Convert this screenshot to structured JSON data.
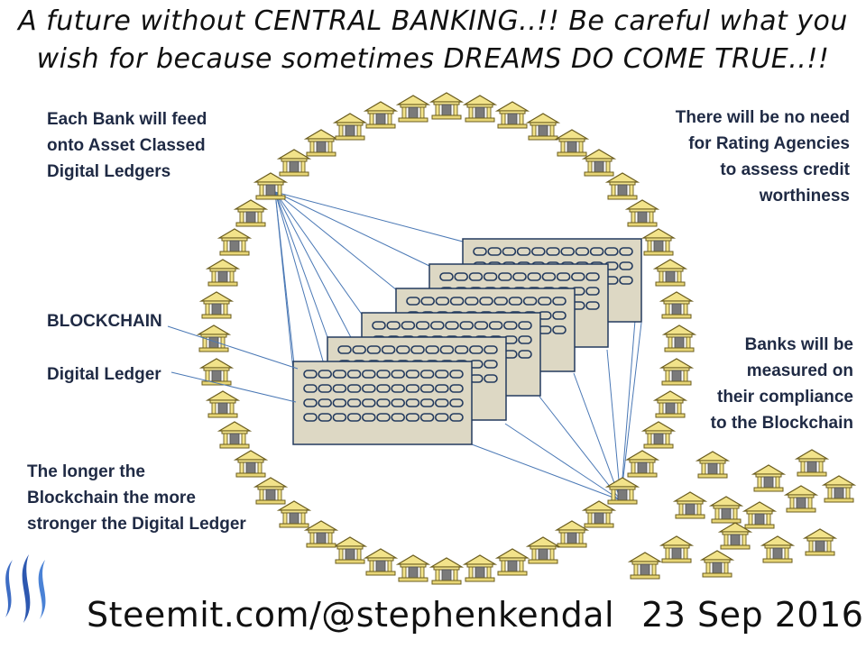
{
  "title": {
    "line1": "A future without CENTRAL BANKING..!! Be careful what you",
    "line2": "wish for because sometimes DREAMS DO COME TRUE..!!"
  },
  "notes": {
    "top_left": [
      "Each Bank will feed",
      "onto Asset Classed",
      "Digital Ledgers"
    ],
    "top_right": [
      "There will be no need",
      "for Rating Agencies",
      "to assess credit",
      "worthiness"
    ],
    "blockchain_label": "BLOCKCHAIN",
    "ledger_label": "Digital Ledger",
    "right_mid": [
      "Banks will be",
      "measured on",
      "their compliance",
      "to the Blockchain"
    ],
    "bottom_left": [
      "The longer the",
      "Blockchain the more",
      "stronger the Digital Ledger"
    ]
  },
  "footer": {
    "site": "Steemit.com/@stephenkendal",
    "date": "23 Sep 2016"
  },
  "colors": {
    "bank_fill": "#f2e38a",
    "bank_stroke": "#6b5d1f",
    "ledger_fill": "#ddd8c4",
    "ledger_stroke": "#233a5e",
    "chain_stroke": "#233a5e",
    "line_color": "#4a78b5",
    "logo_blue": "#3d6cc4",
    "text_color": "#1f2a44"
  },
  "icons": {
    "bank": "bank-building-icon",
    "logo": "steem-logo-icon"
  }
}
